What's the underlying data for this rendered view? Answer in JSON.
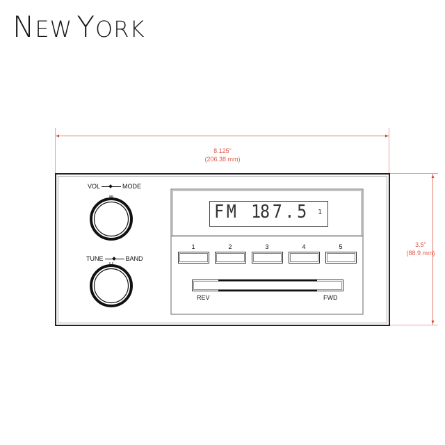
{
  "title": {
    "first_letter_1": "N",
    "rest_1": "EW",
    "first_letter_2": "Y",
    "rest_2": "ORK"
  },
  "dimensions": {
    "width_in": "8.125\"",
    "width_mm": "(206.38 mm)",
    "height_in": "3.5\"",
    "height_mm": "(88.9 mm)",
    "color": "#e05a4a"
  },
  "knobs": [
    {
      "left_label": "VOL",
      "right_label": "MODE"
    },
    {
      "left_label": "TUNE",
      "right_label": "BAND"
    }
  ],
  "display": {
    "band": "FM 1",
    "frequency": "87.5",
    "indicator": "1"
  },
  "presets": [
    {
      "label": "1"
    },
    {
      "label": "2"
    },
    {
      "label": "3"
    },
    {
      "label": "4"
    },
    {
      "label": "5"
    }
  ],
  "cassette": {
    "rev_label": "REV",
    "fwd_label": "FWD"
  }
}
